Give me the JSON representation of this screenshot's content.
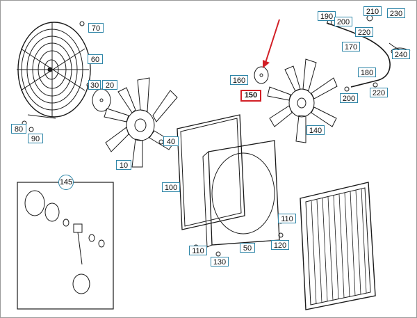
{
  "diagram": {
    "callouts": [
      {
        "id": "c70",
        "label": "70"
      },
      {
        "id": "c60",
        "label": "60"
      },
      {
        "id": "c30",
        "label": "30"
      },
      {
        "id": "c20",
        "label": "20"
      },
      {
        "id": "c80",
        "label": "80"
      },
      {
        "id": "c90",
        "label": "90"
      },
      {
        "id": "c10",
        "label": "10"
      },
      {
        "id": "c40",
        "label": "40"
      },
      {
        "id": "c160",
        "label": "160"
      },
      {
        "id": "c150",
        "label": "150",
        "highlighted": true
      },
      {
        "id": "c190",
        "label": "190"
      },
      {
        "id": "c200a",
        "label": "200"
      },
      {
        "id": "c210",
        "label": "210"
      },
      {
        "id": "c230",
        "label": "230"
      },
      {
        "id": "c220a",
        "label": "220"
      },
      {
        "id": "c170",
        "label": "170"
      },
      {
        "id": "c240",
        "label": "240"
      },
      {
        "id": "c180",
        "label": "180"
      },
      {
        "id": "c220b",
        "label": "220"
      },
      {
        "id": "c200b",
        "label": "200"
      },
      {
        "id": "c140",
        "label": "140"
      },
      {
        "id": "c100",
        "label": "100"
      },
      {
        "id": "c110a",
        "label": "110"
      },
      {
        "id": "c120",
        "label": "120"
      },
      {
        "id": "c110b",
        "label": "110"
      },
      {
        "id": "c50",
        "label": "50"
      },
      {
        "id": "c130",
        "label": "130"
      }
    ],
    "inset_label": "145",
    "colors": {
      "callout_border": "#2f86a8",
      "highlight": "#d21f26",
      "line": "#1a1a1a"
    }
  }
}
